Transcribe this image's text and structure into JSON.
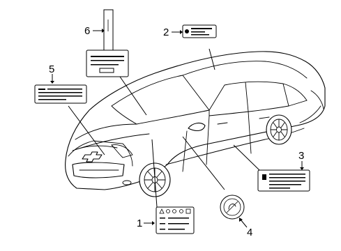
{
  "callouts": [
    {
      "id": "1",
      "text": "1"
    },
    {
      "id": "2",
      "text": "2"
    },
    {
      "id": "3",
      "text": "3"
    },
    {
      "id": "4",
      "text": "4"
    },
    {
      "id": "5",
      "text": "5"
    },
    {
      "id": "6",
      "text": "6"
    }
  ],
  "emblem": "chevron-bowtie-emblem"
}
